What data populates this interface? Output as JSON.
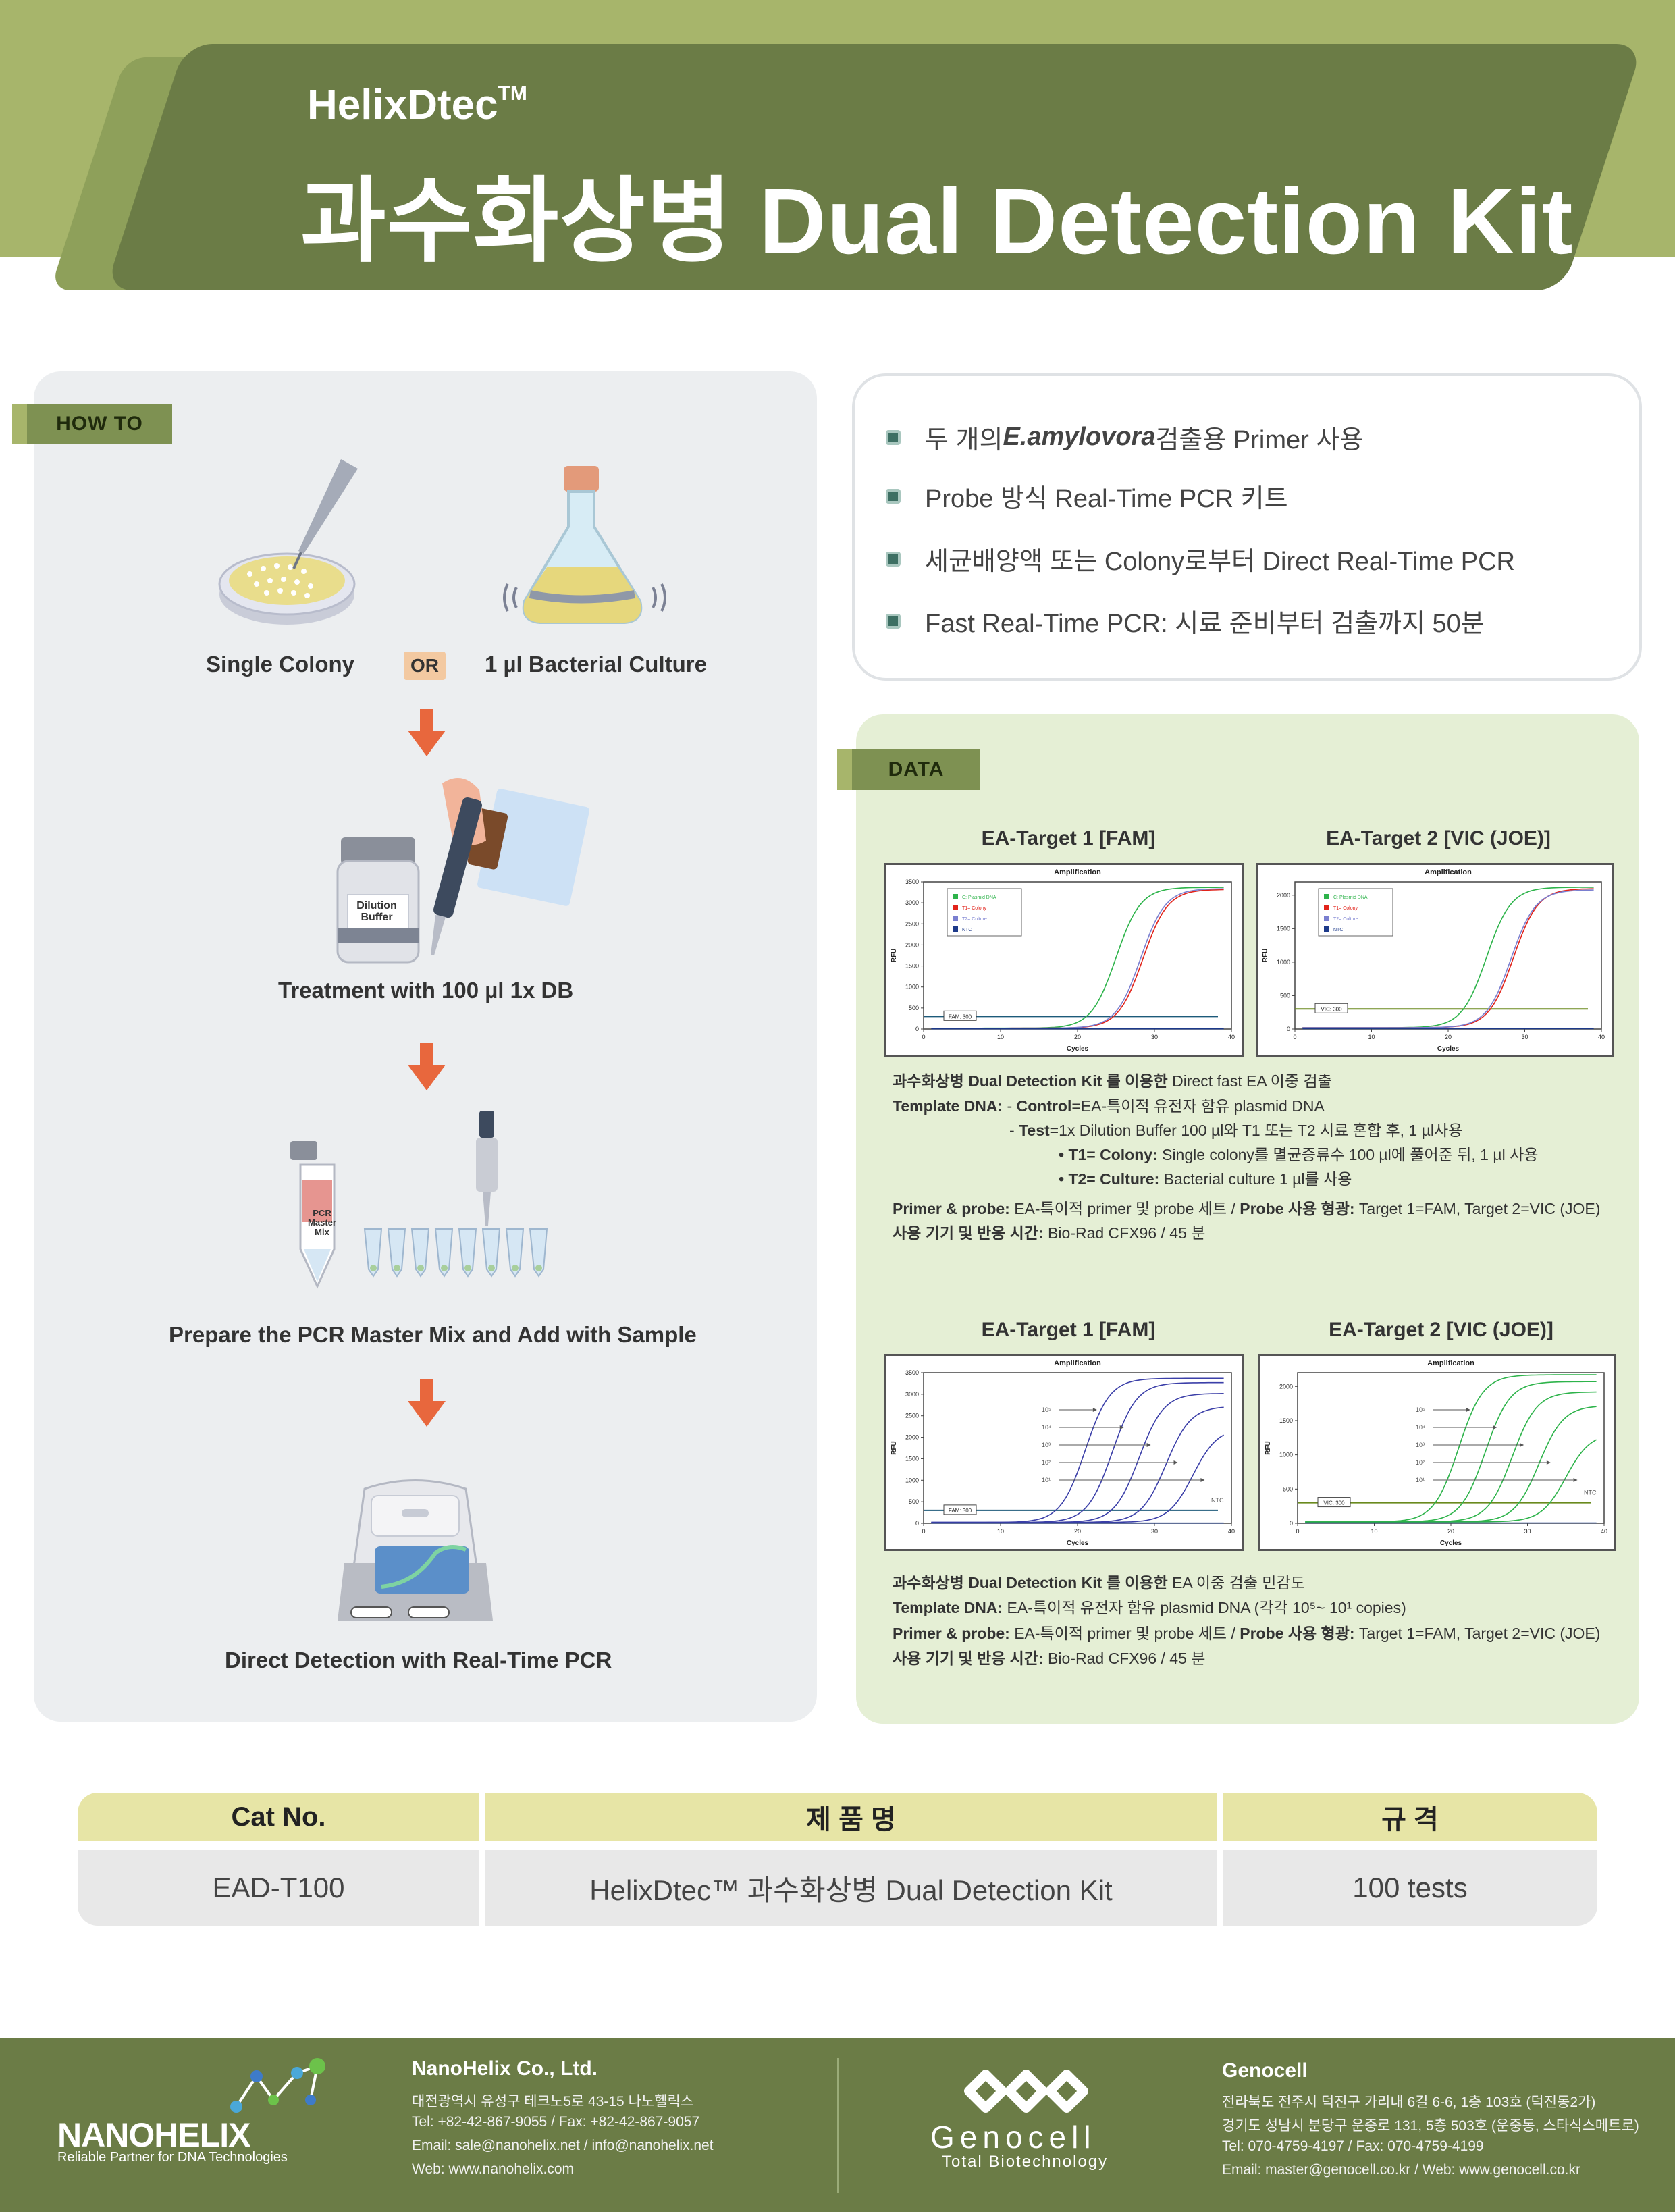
{
  "header": {
    "brand": "HelixDtec",
    "brand_mark": "TM",
    "title": "과수화상병 Dual Detection Kit"
  },
  "howto": {
    "tag": "HOW TO",
    "single_colony": "Single Colony",
    "or": "OR",
    "bacterial_culture": "1 µl Bacterial Culture",
    "dilution_buffer": "Dilution Buffer",
    "treatment": "Treatment with 100 µl 1x DB",
    "pcr_tube_label": "PCR Master Mix",
    "prepare": "Prepare the PCR Master Mix and Add with Sample",
    "direct": "Direct Detection with Real-Time PCR"
  },
  "features": [
    {
      "pre": "두 개의 ",
      "em": "E.amylovora",
      "post": " 검출용 Primer 사용"
    },
    {
      "pre": "Probe 방식 Real-Time PCR 키트",
      "em": "",
      "post": ""
    },
    {
      "pre": "세균배양액 또는 Colony로부터 Direct Real-Time PCR",
      "em": "",
      "post": ""
    },
    {
      "pre": "Fast Real-Time PCR: 시료 준비부터 검출까지 50분",
      "em": "",
      "post": ""
    }
  ],
  "data": {
    "tag": "DATA",
    "chart_data": [
      {
        "type": "line",
        "title": "EA-Target 1 [FAM]",
        "plot_title": "Amplification",
        "xlabel": "Cycles",
        "ylabel": "RFU",
        "xlim": [
          0,
          40
        ],
        "ylim": [
          0,
          3500
        ],
        "xticks": [
          "0",
          "10",
          "20",
          "30",
          "40"
        ],
        "yticks": [
          "0",
          "500",
          "1000",
          "1500",
          "2000",
          "2500",
          "3000",
          "3500"
        ],
        "threshold_label": "FAM: 300",
        "threshold": 300,
        "legend": [
          "C: Plasmid DNA",
          "T1= Colony",
          "T2= Culture",
          "NTC"
        ],
        "legend_colors": [
          "#2db34a",
          "#e2231a",
          "#7a7fd0",
          "#1d3a8a"
        ],
        "series": [
          {
            "name": "C: Plasmid DNA",
            "ct": 25,
            "plateau": 3350
          },
          {
            "name": "T1= Colony",
            "ct": 28.5,
            "plateau": 3300
          },
          {
            "name": "T2= Culture",
            "ct": 28.2,
            "plateau": 3320
          },
          {
            "name": "NTC",
            "flat": 0
          }
        ]
      },
      {
        "type": "line",
        "title": "EA-Target 2 [VIC (JOE)]",
        "plot_title": "Amplification",
        "xlabel": "Cycles",
        "ylabel": "RFU",
        "xlim": [
          0,
          40
        ],
        "ylim": [
          0,
          2200
        ],
        "xticks": [
          "0",
          "10",
          "20",
          "30",
          "40"
        ],
        "yticks": [
          "0",
          "500",
          "1000",
          "1500",
          "2000"
        ],
        "threshold_label": "VIC: 300",
        "threshold": 300,
        "legend": [
          "C: Plasmid DNA",
          "T1= Colony",
          "T2= Culture",
          "NTC"
        ],
        "legend_colors": [
          "#2db34a",
          "#e2231a",
          "#7a7fd0",
          "#1d3a8a"
        ],
        "series": [
          {
            "name": "C: Plasmid DNA",
            "ct": 25,
            "plateau": 2100
          },
          {
            "name": "T1= Colony",
            "ct": 28.5,
            "plateau": 2080
          },
          {
            "name": "T2= Culture",
            "ct": 28.2,
            "plateau": 2060
          },
          {
            "name": "NTC",
            "flat": 0
          }
        ]
      },
      {
        "type": "line",
        "title": "EA-Target 1 [FAM]",
        "plot_title": "Amplification",
        "xlabel": "Cycles",
        "ylabel": "RFU",
        "xlim": [
          0,
          40
        ],
        "ylim": [
          0,
          3500
        ],
        "xticks": [
          "0",
          "10",
          "20",
          "30",
          "40"
        ],
        "yticks": [
          "0",
          "500",
          "1000",
          "1500",
          "2000",
          "2500",
          "3000",
          "3500"
        ],
        "threshold_label": "FAM: 300",
        "threshold": 300,
        "dilution_labels": [
          "10⁵",
          "10⁴",
          "10³",
          "10²",
          "10¹"
        ],
        "ntc_label": "NTC",
        "series_color": "#3b3fa8",
        "series": [
          {
            "name": "10⁵",
            "ct": 21,
            "plateau": 3350
          },
          {
            "name": "10⁴",
            "ct": 24.5,
            "plateau": 3250
          },
          {
            "name": "10³",
            "ct": 28,
            "plateau": 3000
          },
          {
            "name": "10²",
            "ct": 31.5,
            "plateau": 2700
          },
          {
            "name": "10¹",
            "ct": 35,
            "plateau": 2200
          },
          {
            "name": "NTC",
            "flat": 0
          }
        ]
      },
      {
        "type": "line",
        "title": "EA-Target 2 [VIC (JOE)]",
        "plot_title": "Amplification",
        "xlabel": "Cycles",
        "ylabel": "RFU",
        "xlim": [
          0,
          40
        ],
        "ylim": [
          0,
          2200
        ],
        "xticks": [
          "0",
          "10",
          "20",
          "30",
          "40"
        ],
        "yticks": [
          "0",
          "500",
          "1000",
          "1500",
          "2000"
        ],
        "threshold_label": "VIC: 300",
        "threshold": 300,
        "dilution_labels": [
          "10⁵",
          "10⁴",
          "10³",
          "10²",
          "10¹"
        ],
        "ntc_label": "NTC",
        "series_color": "#2db34a",
        "series": [
          {
            "name": "10⁵",
            "ct": 21,
            "plateau": 2150
          },
          {
            "name": "10⁴",
            "ct": 24.5,
            "plateau": 2050
          },
          {
            "name": "10³",
            "ct": 28,
            "plateau": 1900
          },
          {
            "name": "10²",
            "ct": 31.5,
            "plateau": 1700
          },
          {
            "name": "10¹",
            "ct": 35,
            "plateau": 1300
          },
          {
            "name": "NTC",
            "flat": 0
          }
        ]
      }
    ],
    "notes1": {
      "l1_b": "과수화상병 Dual Detection Kit 를 이용한",
      "l1": " Direct fast EA 이중 검출",
      "l2_b": "Template DNA:",
      "l2_a": " - ",
      "l2_b2": "Control",
      "l2": "=EA-특이적 유전자 함유 plasmid DNA",
      "l3_a": "- ",
      "l3_b": "Test",
      "l3": "=1x Dilution Buffer 100 µl와 T1 또는 T2 시료 혼합 후, 1 µl사용",
      "l4_b": "• T1= Colony:",
      "l4": " Single colony를 멸균증류수 100 µl에 풀어준 뒤, 1 µl 사용",
      "l5_b": "• T2= Culture:",
      "l5": " Bacterial culture 1 µl를 사용",
      "l6_b": "Primer & probe:",
      "l6": "  EA-특이적 primer 및 probe 세트 / ",
      "l6_b2": "Probe 사용 형광:",
      "l6_2": " Target 1=FAM, Target 2=VIC (JOE)",
      "l7_b": "사용 기기 및 반응 시간:",
      "l7": "  Bio-Rad CFX96 / 45 분"
    },
    "notes2": {
      "l1_b": "과수화상병 Dual Detection Kit 를 이용한",
      "l1": " EA 이중 검출 민감도",
      "l2_b": "Template DNA:",
      "l2": "  EA-특이적 유전자 함유 plasmid DNA (각각  10⁵~ 10¹ copies)",
      "l3_b": "Primer & probe:",
      "l3": "  EA-특이적 primer 및 probe 세트 / ",
      "l3_b2": "Probe 사용 형광:",
      "l3_2": "  Target 1=FAM, Target 2=VIC (JOE)",
      "l4_b": "사용 기기 및 반응 시간:",
      "l4": "  Bio-Rad CFX96 / 45 분"
    }
  },
  "table": {
    "headers": [
      "Cat No.",
      "제 품 명",
      "규 격"
    ],
    "row": [
      "EAD-T100",
      "HelixDtec™  과수화상병 Dual Detection Kit",
      "100 tests"
    ]
  },
  "footer": {
    "nano_logo": "NANOHELIX",
    "nano_tagline": "Reliable Partner for DNA Technologies",
    "nano": {
      "name": "NanoHelix Co., Ltd.",
      "address": "대전광역시 유성구 테크노5로 43-15 나노헬릭스",
      "tel": "Tel: +82-42-867-9055  /  Fax: +82-42-867-9057",
      "email": "Email: sale@nanohelix.net  /  info@nanohelix.net",
      "web": "Web: www.nanohelix.com"
    },
    "geno_logo": "Genocell",
    "geno_sub": "Total Biotechnology",
    "geno": {
      "name": "Genocell",
      "address1": "전라북도 전주시 덕진구 가리내 6길 6-6, 1층 103호 (덕진동2가)",
      "address2": "경기도 성남시 분당구 운중로 131, 5층 503호 (운중동, 스타식스메트로)",
      "tel": "Tel: 070-4759-4197  /  Fax: 070-4759-4199",
      "email": "Email: master@genocell.co.kr  /  Web: www.genocell.co.kr"
    }
  },
  "colors": {
    "olive_dark": "#6b7c46",
    "olive_light": "#a7b56b",
    "arrow": "#e8673d",
    "data_bg": "#e5efd5",
    "table_head": "#e7e5a6"
  }
}
